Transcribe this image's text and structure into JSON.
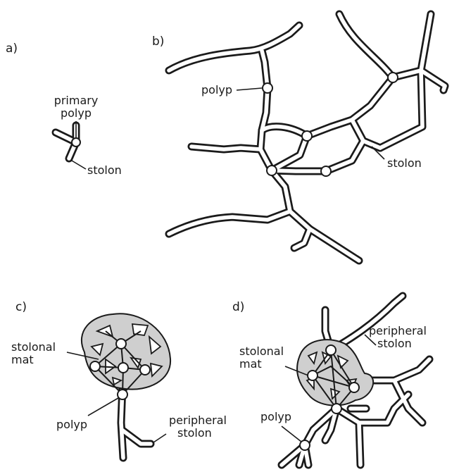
{
  "panels": {
    "a": {
      "letter": "a)",
      "labels": {
        "polyp_line1": "primary",
        "polyp_line2": "polyp",
        "stolon": "stolon"
      }
    },
    "b": {
      "letter": "b)",
      "labels": {
        "polyp": "polyp",
        "stolon": "stolon"
      }
    },
    "c": {
      "letter": "c)",
      "labels": {
        "mat_line1": "stolonal",
        "mat_line2": "mat",
        "polyp": "polyp",
        "peripheral_line1": "peripheral",
        "peripheral_line2": "stolon"
      }
    },
    "d": {
      "letter": "d)",
      "labels": {
        "mat_line1": "stolonal",
        "mat_line2": "mat",
        "polyp": "polyp",
        "peripheral_line1": "peripheral",
        "peripheral_line2": "stolon"
      }
    }
  }
}
